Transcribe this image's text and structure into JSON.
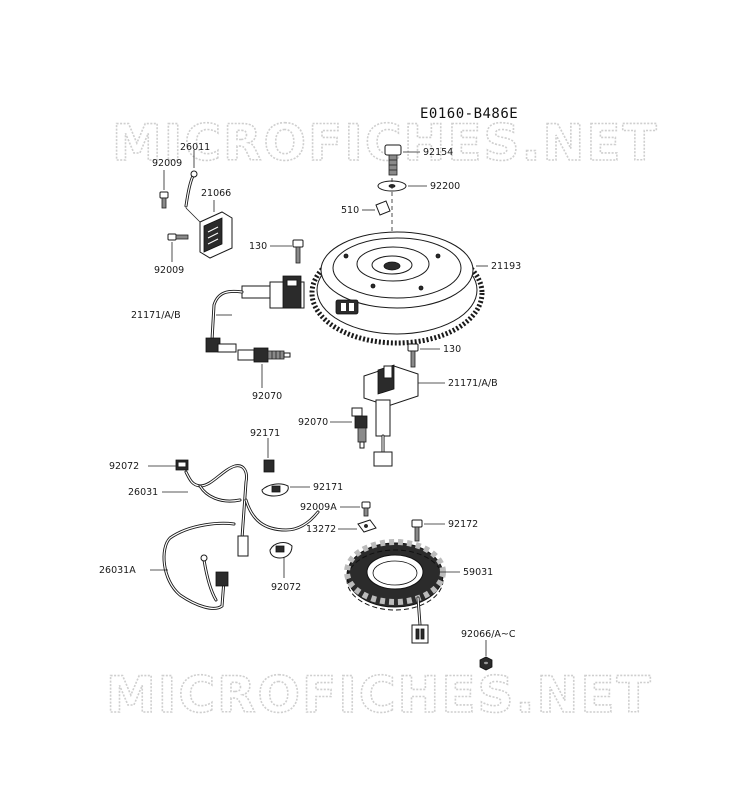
{
  "diagram_code": "E0160-B486E",
  "watermark": "MICROFICHES.NET",
  "parts": {
    "p92154": "92154",
    "p92200": "92200",
    "p510": "510",
    "p130_top": "130",
    "p21193": "21193",
    "p26011": "26011",
    "p92009_top": "92009",
    "p21066": "21066",
    "p92009_bottom": "92009",
    "p21171_left": "21171/A/B",
    "p92070_left": "92070",
    "p130_mid": "130",
    "p21171_right": "21171/A/B",
    "p92070_right": "92070",
    "p92171_top": "92171",
    "p92171_mid": "92171",
    "p92072_top": "92072",
    "p26031": "26031",
    "p92009A": "92009A",
    "p13272": "13272",
    "p92172": "92172",
    "p26031A": "26031A",
    "p59031": "59031",
    "p92072_bottom": "92072",
    "p92066": "92066/A~C"
  }
}
